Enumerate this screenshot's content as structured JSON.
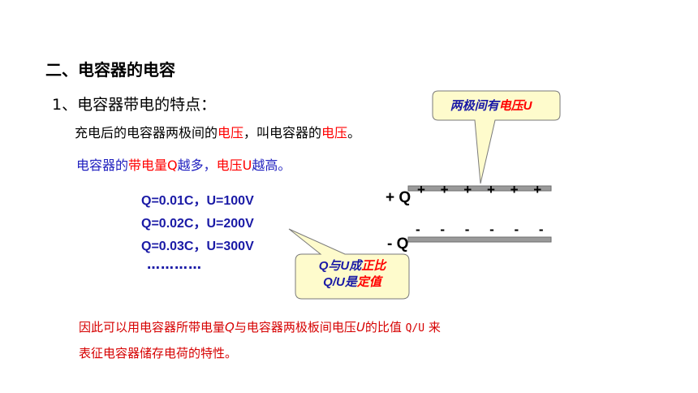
{
  "section_title": "二、电容器的电容",
  "subsection_title": "1、电容器带电的特点：",
  "definition": {
    "part1": "充电后的电容器两极间的",
    "voltage_red": "电压",
    "part2": "，叫电容器的",
    "voltage_red2": "电压",
    "part3": "。"
  },
  "relation": {
    "part1": "电容器的",
    "charge_red": "带电量Q",
    "part2": "越多，",
    "voltage_red": "电压U",
    "part3": "越高。"
  },
  "equations": [
    "Q=0.01C，U=100V",
    "Q=0.02C，U=200V",
    "Q=0.03C，U=300V"
  ],
  "ellipsis": "…………",
  "callout_top": {
    "part1": "两极间有",
    "part2": "电压U"
  },
  "callout_bottom": {
    "line1_part1": "Q与U成",
    "line1_part2": "正比",
    "line2_part1": "Q/U是",
    "line2_part2": "定值"
  },
  "plate_top_label": "+ Q",
  "plate_bottom_label": "- Q",
  "plus_charges": "+ + + + + +",
  "minus_charges": "- - - - - -",
  "conclusion": {
    "p1": "因此可以用电容器所带电量",
    "q": "Q",
    "p2": "与电容器两极板间电压",
    "u": "U",
    "p3": "的比值 ",
    "ratio": "Q/U",
    "p4": " 来",
    "line2": "表征电容器储存电荷的特性。"
  },
  "colors": {
    "callout_fill": "#fefbcc",
    "plate": "#9a9a9a",
    "text_blue": "#1a1aa6",
    "text_red": "#ff0000"
  }
}
